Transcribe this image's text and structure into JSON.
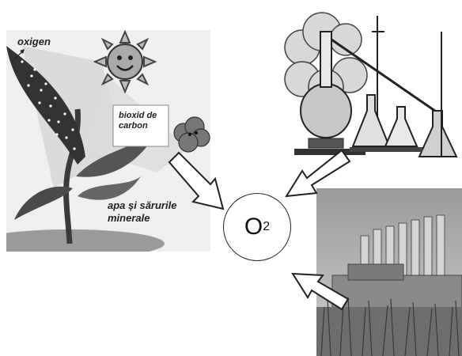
{
  "labels": {
    "oxygen": "oxigen",
    "co2_line1": "bioxid de",
    "co2_line2": "carbon",
    "water_line1": "apa şi sărurile",
    "water_line2": "minerale"
  },
  "center": {
    "symbol": "O",
    "subscript": "2"
  },
  "icons": [
    "sun-icon",
    "cloud-icon",
    "plant-illustration",
    "laboratory-apparatus-illustration",
    "factory-photo",
    "arrow-icon"
  ]
}
